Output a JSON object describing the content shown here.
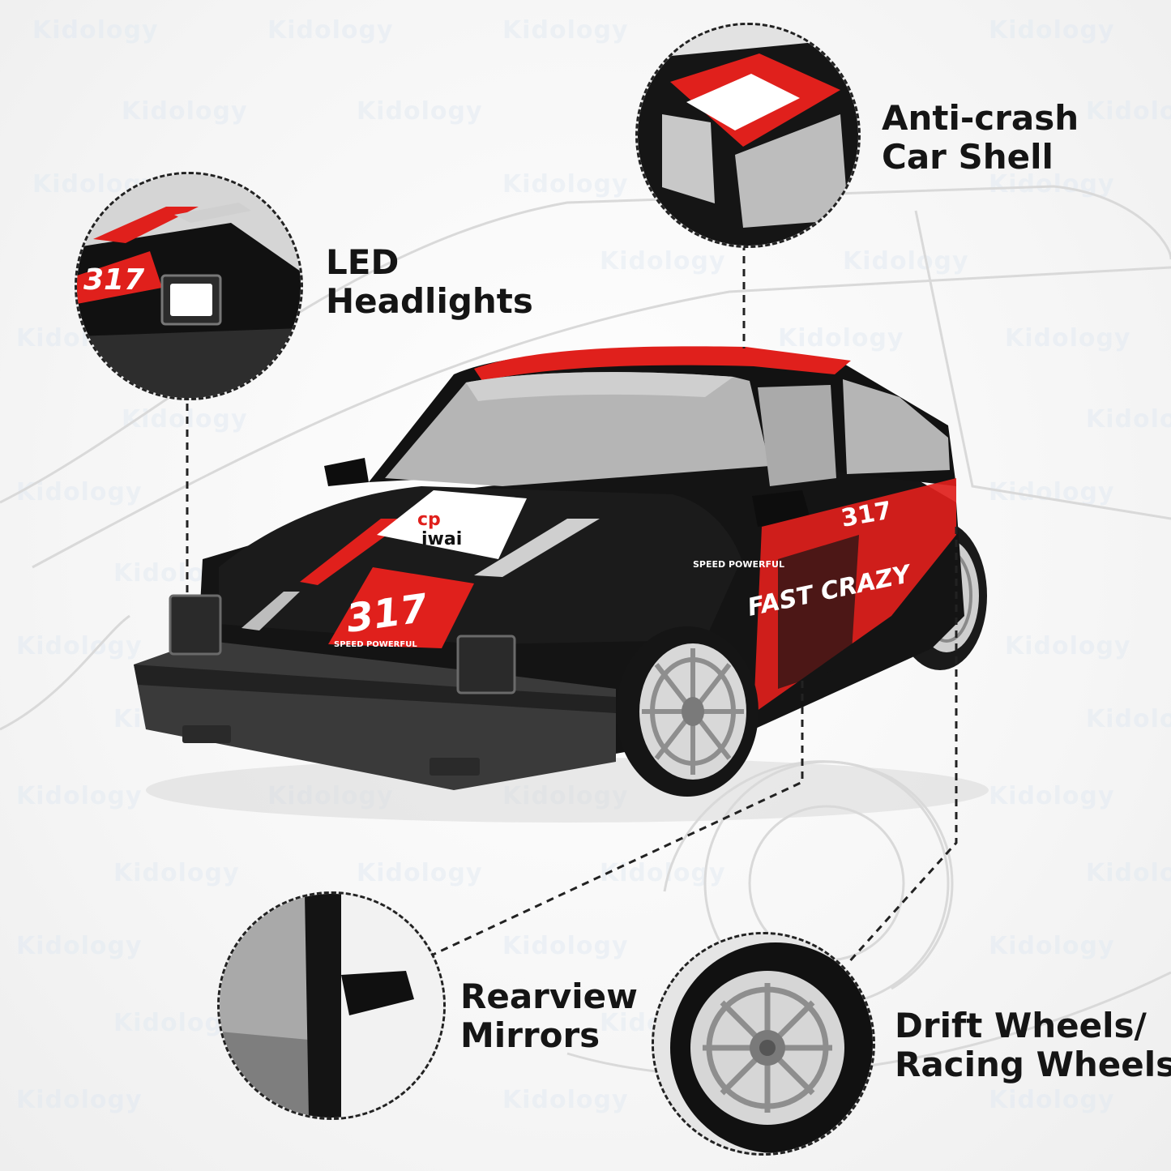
{
  "callouts": {
    "led": {
      "line1": "LED",
      "line2": "Headlights"
    },
    "shell": {
      "line1": "Anti-crash",
      "line2": "Car Shell"
    },
    "mirrors": {
      "line1": "Rearview",
      "line2": "Mirrors"
    },
    "wheels": {
      "line1": "Drift Wheels/",
      "line2": "Racing Wheels"
    }
  },
  "watermark": "Kidology",
  "car_livery": {
    "race_number": "317",
    "side_number": "317",
    "sponsor_logo": "cp",
    "sponsor_name": "iwai",
    "plate_text": "SPEED POWERFUL",
    "side_badge": "SPEED POWERFUL",
    "side_graphic": "FAST CRAZY"
  },
  "colors": {
    "accent": "#e0201c",
    "body": "#111111",
    "label": "#151515",
    "dash": "#222222"
  }
}
